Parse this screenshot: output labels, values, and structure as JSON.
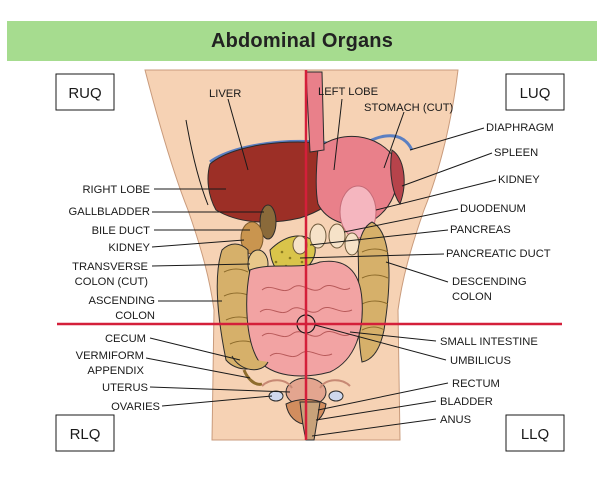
{
  "title": "Abdominal Organs",
  "quadrants": {
    "ruq": "RUQ",
    "luq": "LUQ",
    "rlq": "RLQ",
    "llq": "LLQ"
  },
  "labels": {
    "liver": "LIVER",
    "left_lobe": "LEFT LOBE",
    "stomach_cut": "STOMACH (CUT)",
    "diaphragm": "DIAPHRAGM",
    "spleen": "SPLEEN",
    "kidney_left": "KIDNEY",
    "duodenum": "DUODENUM",
    "pancreas": "PANCREAS",
    "pancreatic_duct": "PANCREATIC DUCT",
    "descending_colon_1": "DESCENDING",
    "descending_colon_2": "COLON",
    "right_lobe": "RIGHT LOBE",
    "gallbladder": "GALLBLADDER",
    "bile_duct": "BILE DUCT",
    "kidney_right": "KIDNEY",
    "transverse_colon_1": "TRANSVERSE",
    "transverse_colon_2": "COLON (CUT)",
    "ascending_colon_1": "ASCENDING",
    "ascending_colon_2": "COLON",
    "cecum": "CECUM",
    "appendix_1": "VERMIFORM",
    "appendix_2": "APPENDIX",
    "uterus": "UTERUS",
    "ovaries": "OVARIES",
    "small_intestine": "SMALL INTESTINE",
    "umbilicus": "UMBILICUS",
    "rectum": "RECTUM",
    "bladder": "BLADDER",
    "anus": "ANUS"
  },
  "colors": {
    "title_band": "#a6dc8f",
    "skin": "#f6d2b4",
    "liver": "#9c2f26",
    "stomach": "#e9808a",
    "colon": "#d6b06a",
    "intestine": "#f2a3a3",
    "quadrant_lines": "#d41f3a",
    "diaphragm": "#5b7fc2"
  }
}
